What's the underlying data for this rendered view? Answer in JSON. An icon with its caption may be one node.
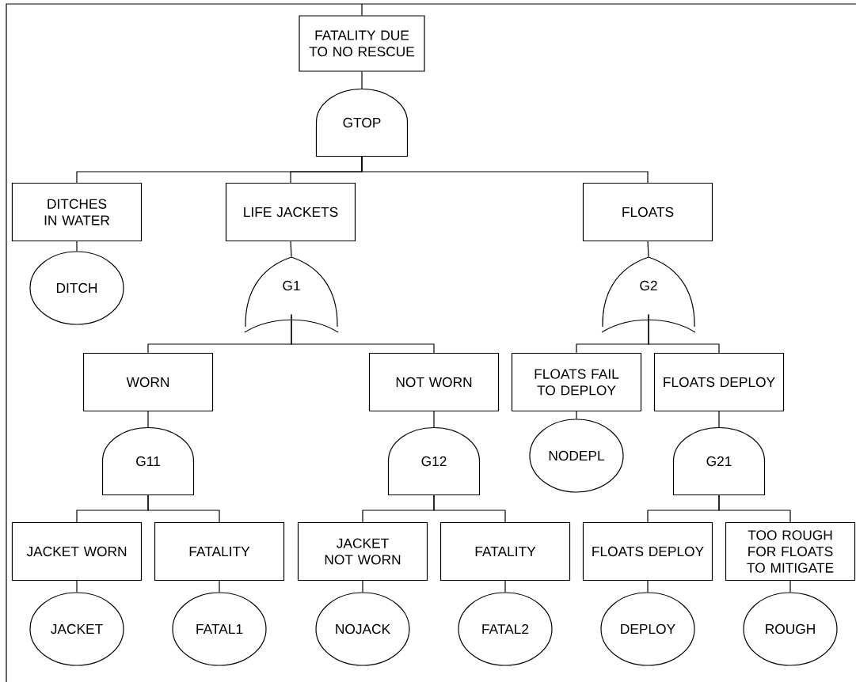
{
  "diagram": {
    "nodes": [
      {
        "text": [
          "FATALITY DUE TO NO RESCUE"
        ]
      },
      {
        "text": [
          "GTOP"
        ]
      },
      {
        "text": [
          "DITCHES IN WATER"
        ]
      },
      {
        "text": [
          "LIFE JACKETS"
        ]
      },
      {
        "text": [
          "FLOATS"
        ]
      },
      {
        "text": [
          "DITCH"
        ]
      },
      {
        "text": [
          "G1"
        ]
      },
      {
        "text": [
          "G2"
        ]
      },
      {
        "text": [
          "WORN"
        ]
      },
      {
        "text": [
          "NOT WORN"
        ]
      },
      {
        "text": [
          "FLOATS FAIL TO DEPLOY"
        ]
      },
      {
        "text": [
          "FLOATS DEPLOY"
        ]
      },
      {
        "text": [
          "G11"
        ]
      },
      {
        "text": [
          "G12"
        ]
      },
      {
        "text": [
          "NODEPL"
        ]
      },
      {
        "text": [
          "G21"
        ]
      },
      {
        "text": [
          "JACKET WORN"
        ]
      },
      {
        "text": [
          "FATALITY"
        ]
      },
      {
        "text": [
          "JACKET NOT WORN"
        ]
      },
      {
        "text": [
          "FATALITY"
        ]
      },
      {
        "text": [
          "FLOATS DEPLOY"
        ]
      },
      {
        "text": [
          "TOO ROUGH FOR FLOATS TO MITIGATE"
        ]
      },
      {
        "text": [
          "JACKET"
        ]
      },
      {
        "text": [
          "FATAL1"
        ]
      },
      {
        "text": [
          "NOJACK"
        ]
      },
      {
        "text": [
          "FATAL2"
        ]
      },
      {
        "text": [
          "DEPLOY"
        ]
      },
      {
        "text": [
          "ROUGH"
        ]
      }
    ],
    "edges": [
      {
        "from": null,
        "to": 0,
        "arrow": "none"
      },
      {
        "from": 0,
        "to": 1,
        "arrow": "none"
      },
      {
        "from": 1,
        "to": 2,
        "arrow": "none"
      },
      {
        "from": 1,
        "to": 3,
        "arrow": "none"
      },
      {
        "from": 1,
        "to": 4,
        "arrow": "none"
      },
      {
        "from": 2,
        "to": 5,
        "arrow": "none"
      },
      {
        "from": 3,
        "to": 6,
        "arrow": "none"
      },
      {
        "from": 4,
        "to": 7,
        "arrow": "none"
      },
      {
        "from": 6,
        "to": 8,
        "arrow": "none"
      },
      {
        "from": 6,
        "to": 9,
        "arrow": "none"
      },
      {
        "from": 7,
        "to": 10,
        "arrow": "none"
      },
      {
        "from": 7,
        "to": 11,
        "arrow": "none"
      },
      {
        "from": 8,
        "to": 12,
        "arrow": "none"
      },
      {
        "from": 9,
        "to": 13,
        "arrow": "none"
      },
      {
        "from": 10,
        "to": 14,
        "arrow": "none"
      },
      {
        "from": 11,
        "to": 15,
        "arrow": "none"
      },
      {
        "from": 12,
        "to": 16,
        "arrow": "none"
      },
      {
        "from": 12,
        "to": 17,
        "arrow": "none"
      },
      {
        "from": 13,
        "to": 18,
        "arrow": "none"
      },
      {
        "from": 13,
        "to": 19,
        "arrow": "none"
      },
      {
        "from": 15,
        "to": 20,
        "arrow": "none"
      },
      {
        "from": 15,
        "to": 21,
        "arrow": "none"
      },
      {
        "from": 16,
        "to": 22,
        "arrow": "none"
      },
      {
        "from": 17,
        "to": 23,
        "arrow": "none"
      },
      {
        "from": 18,
        "to": 24,
        "arrow": "none"
      },
      {
        "from": 19,
        "to": 25,
        "arrow": "none"
      },
      {
        "from": 20,
        "to": 26,
        "arrow": "none"
      },
      {
        "from": 21,
        "to": 27,
        "arrow": "none"
      }
    ]
  }
}
